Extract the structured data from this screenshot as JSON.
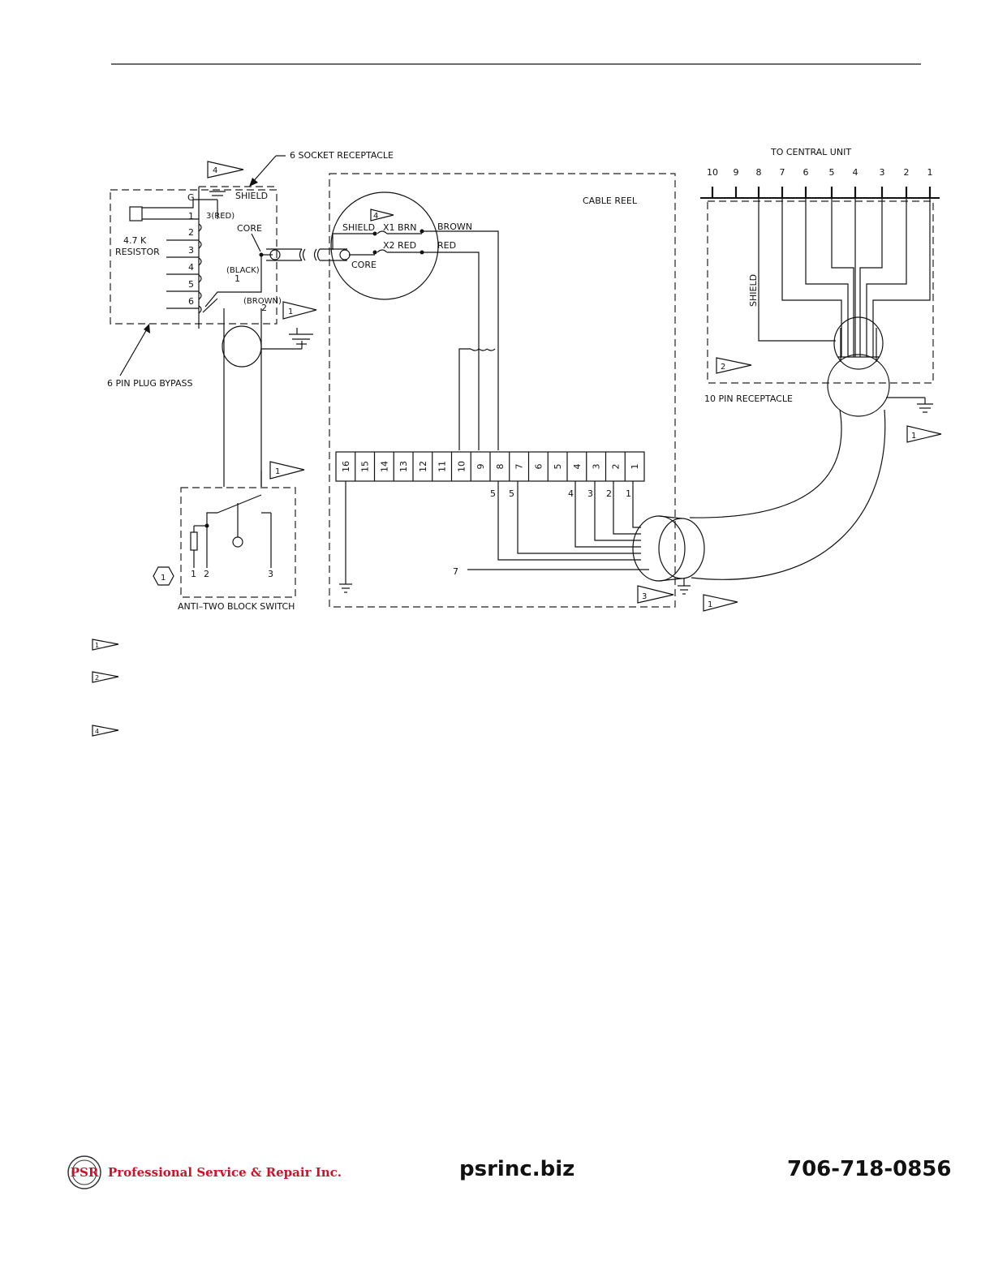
{
  "labels": {
    "socket_receptacle": "6 SOCKET RECEPTACLE",
    "shield": "SHIELD",
    "core": "CORE",
    "resistor_value": "4.7 K",
    "resistor": "RESISTOR",
    "black": "(BLACK)",
    "brown_paren": "(BROWN)",
    "red_paren": "3(RED)",
    "plug_bypass": "6 PIN PLUG BYPASS",
    "cable_reel": "CABLE REEL",
    "x1_brn": "X1 BRN",
    "x2_red": "X2 RED",
    "brown": "BROWN",
    "red": "RED",
    "to_central_unit": "TO CENTRAL UNIT",
    "ten_pin_receptacle": "10 PIN RECEPTACLE",
    "anti_two_block": "ANTI–TWO BLOCK SWITCH",
    "g": "G"
  },
  "plug_pins": [
    "1",
    "2",
    "3",
    "4",
    "5",
    "6"
  ],
  "socket_wires": [
    "1",
    "2"
  ],
  "terminal_block": [
    "16",
    "15",
    "14",
    "13",
    "12",
    "11",
    "10",
    "9",
    "8",
    "7",
    "6",
    "5",
    "4",
    "3",
    "2",
    "1"
  ],
  "terminal_wire_labels": [
    "5",
    "5",
    "4",
    "3",
    "2",
    "1"
  ],
  "wire_seven": "7",
  "central_unit_pins": [
    "10",
    "9",
    "8",
    "7",
    "6",
    "5",
    "4",
    "3",
    "2",
    "1"
  ],
  "switch_pins": [
    "1",
    "2",
    "3"
  ],
  "notes": {
    "n1": "1",
    "n2": "2",
    "n3": "3",
    "n4": "4",
    "hex1": "1"
  },
  "footer": {
    "logo_text": "PSR",
    "company": "Professional Service & Repair Inc.",
    "website": "psrinc.biz",
    "phone": "706-718-0856"
  }
}
